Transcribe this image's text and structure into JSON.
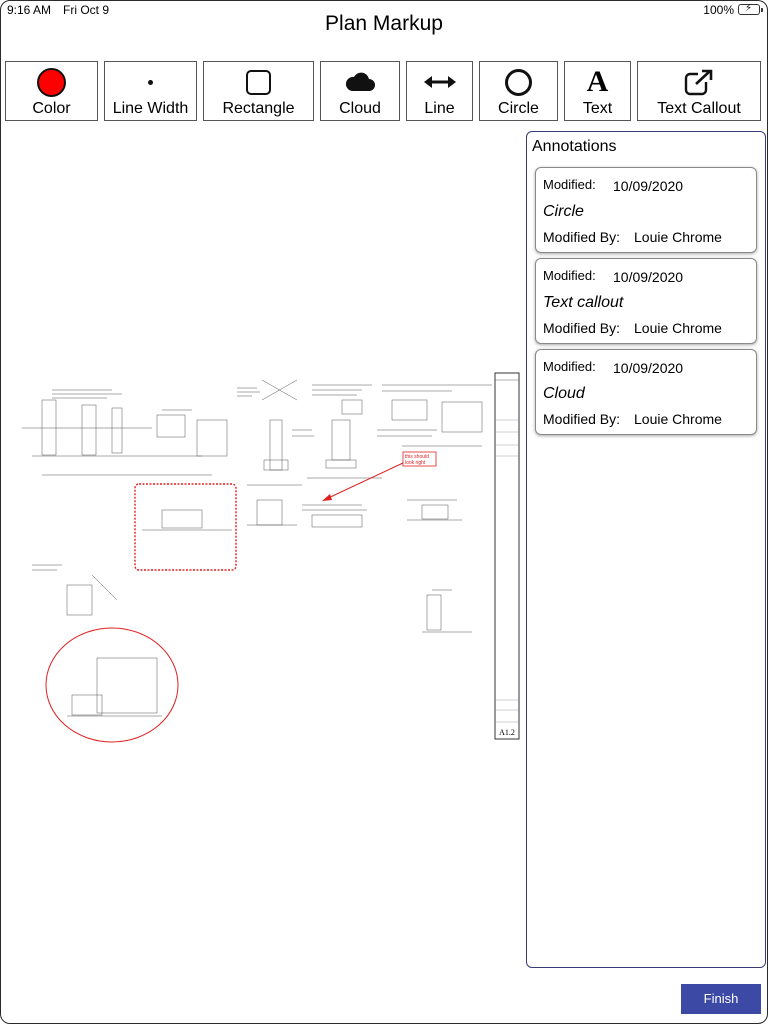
{
  "status_bar": {
    "time": "9:16 AM",
    "date": "Fri Oct 9",
    "battery": "100%",
    "battery_level_percent": 100,
    "battery_color": "#4cd964"
  },
  "header": {
    "title": "Plan Markup"
  },
  "toolbar": {
    "color": {
      "label": "Color",
      "icon": "color-swatch-icon",
      "value": "#ff0000"
    },
    "line_width": {
      "label": "Line Width",
      "icon": "dot-icon"
    },
    "rectangle": {
      "label": "Rectangle",
      "icon": "rectangle-icon"
    },
    "cloud": {
      "label": "Cloud",
      "icon": "cloud-icon"
    },
    "line": {
      "label": "Line",
      "icon": "double-arrow-icon"
    },
    "circle": {
      "label": "Circle",
      "icon": "circle-icon"
    },
    "text": {
      "label": "Text",
      "icon": "text-a-icon",
      "glyph": "A"
    },
    "text_callout": {
      "label": "Text Callout",
      "icon": "external-link-icon"
    }
  },
  "annotations": {
    "title": "Annotations",
    "items": [
      {
        "modified_label": "Modified:",
        "modified_date": "10/09/2020",
        "name": "Circle",
        "modified_by_label": "Modified By:",
        "modified_by": "Louie Chrome"
      },
      {
        "modified_label": "Modified:",
        "modified_date": "10/09/2020",
        "name": "Text callout",
        "modified_by_label": "Modified By:",
        "modified_by": "Louie Chrome"
      },
      {
        "modified_label": "Modified:",
        "modified_date": "10/09/2020",
        "name": "Cloud",
        "modified_by_label": "Modified By:",
        "modified_by": "Louie Chrome"
      }
    ]
  },
  "plan": {
    "sheet_number": "A1.2",
    "callout_text": [
      "this should",
      "look right"
    ],
    "markup_color": "#e02020"
  },
  "footer": {
    "finish_label": "Finish",
    "finish_color": "#3d4aa5"
  }
}
